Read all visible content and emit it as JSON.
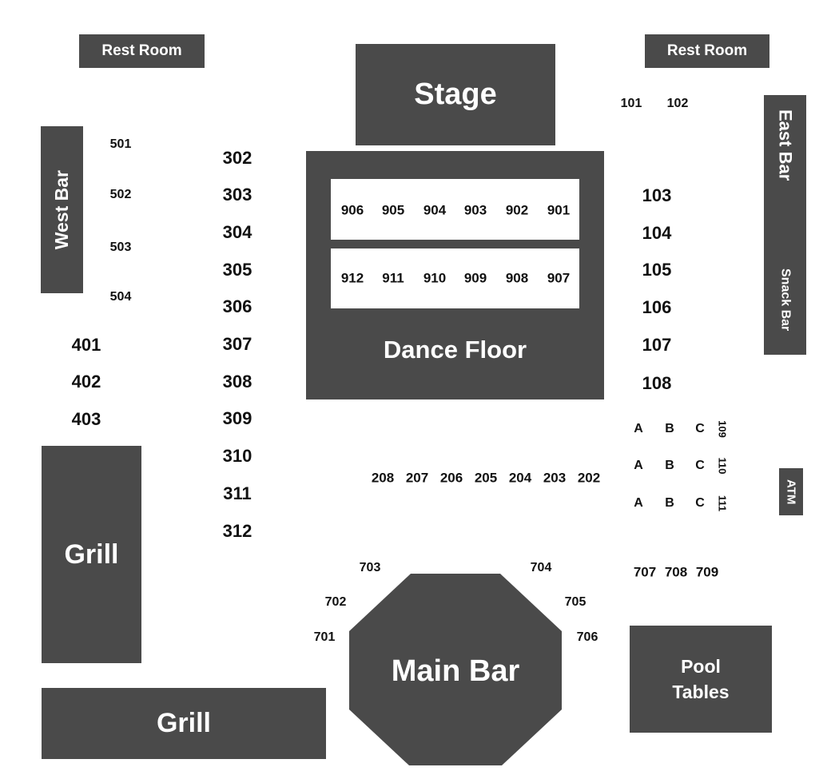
{
  "areas": {
    "rest_room_left": "Rest Room",
    "rest_room_right": "Rest Room",
    "stage": "Stage",
    "west_bar": "West Bar",
    "east_bar": "East Bar",
    "snack_bar": "Snack Bar",
    "dance_floor": "Dance Floor",
    "grill_left": "Grill",
    "grill_bottom": "Grill",
    "main_bar": "Main Bar",
    "pool_tables": "Pool Tables",
    "atm": "ATM"
  },
  "colors": {
    "area_fill": "#4a4a4a",
    "area_text": "#ffffff",
    "seat_text": "#111111",
    "background": "#ffffff"
  },
  "seats": {
    "s101": "101",
    "s102": "102",
    "s103": "103",
    "s104": "104",
    "s105": "105",
    "s106": "106",
    "s107": "107",
    "s108": "108",
    "s109": "109",
    "s110": "110",
    "s111": "111",
    "s202": "202",
    "s203": "203",
    "s204": "204",
    "s205": "205",
    "s206": "206",
    "s207": "207",
    "s208": "208",
    "s302": "302",
    "s303": "303",
    "s304": "304",
    "s305": "305",
    "s306": "306",
    "s307": "307",
    "s308": "308",
    "s309": "309",
    "s310": "310",
    "s311": "311",
    "s312": "312",
    "s401": "401",
    "s402": "402",
    "s403": "403",
    "s501": "501",
    "s502": "502",
    "s503": "503",
    "s504": "504",
    "s701": "701",
    "s702": "702",
    "s703": "703",
    "s704": "704",
    "s705": "705",
    "s706": "706",
    "s707": "707",
    "s708": "708",
    "s709": "709",
    "s901": "901",
    "s902": "902",
    "s903": "903",
    "s904": "904",
    "s905": "905",
    "s906": "906",
    "s907": "907",
    "s908": "908",
    "s909": "909",
    "s910": "910",
    "s911": "911",
    "s912": "912",
    "rowA": "A",
    "rowB": "B",
    "rowC": "C"
  }
}
